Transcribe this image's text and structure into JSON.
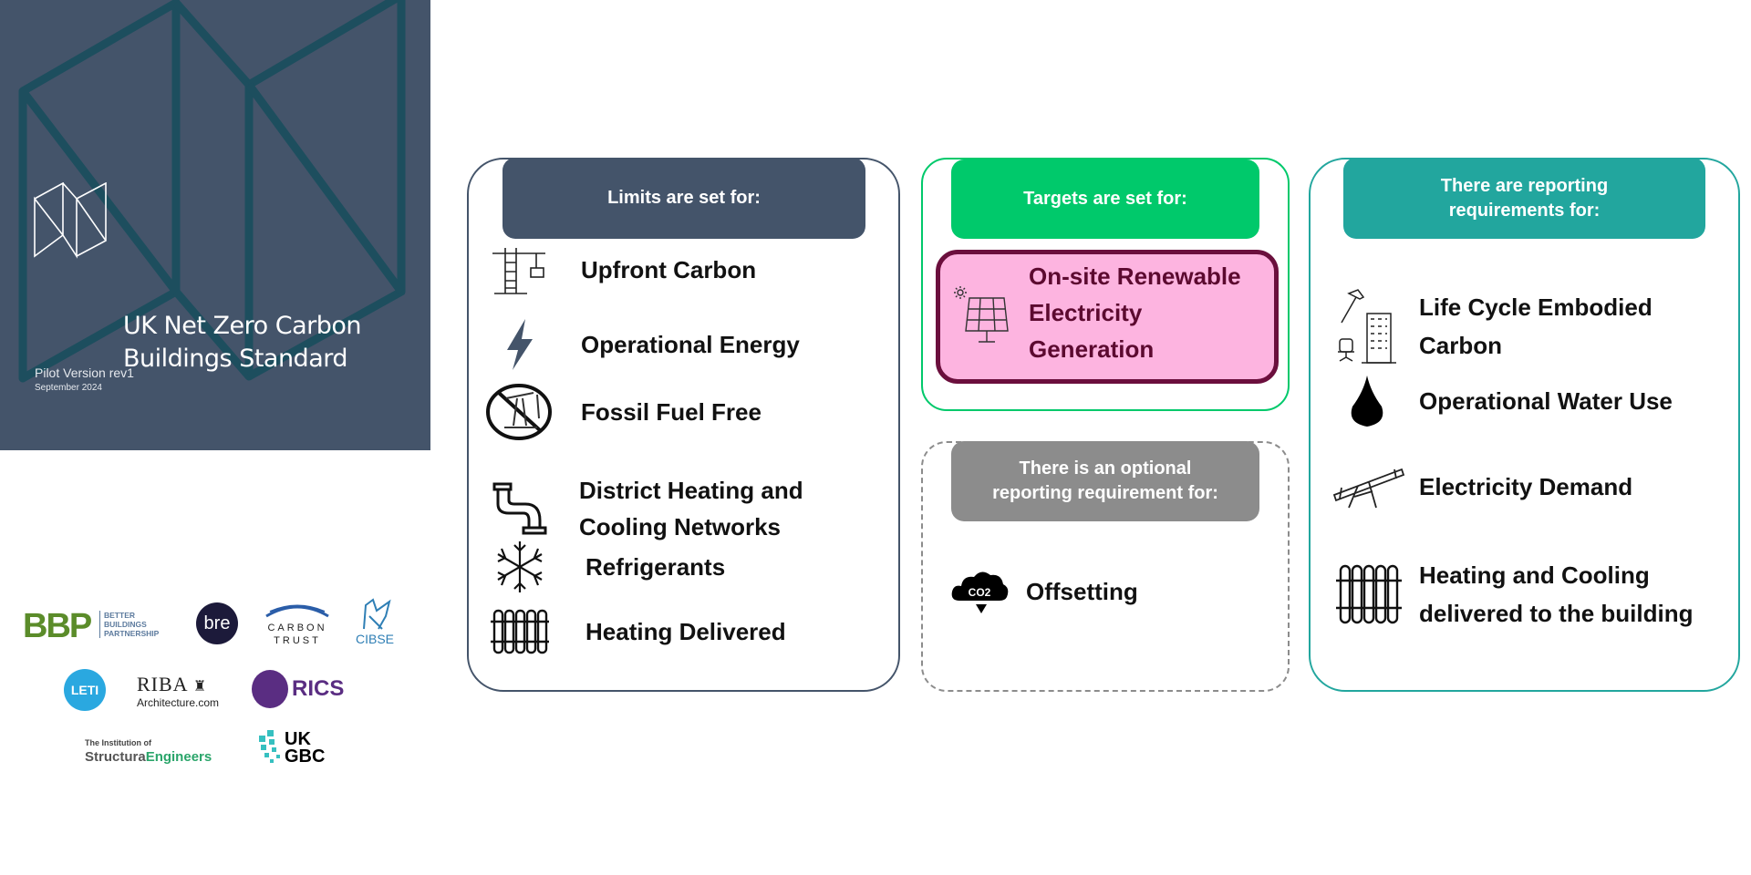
{
  "cover": {
    "title_line1": "UK Net Zero Carbon",
    "title_line2": "Buildings Standard",
    "version": "Pilot Version rev1",
    "date": "September 2024",
    "background_color": "#44546a"
  },
  "logos": {
    "bbp": {
      "mark": "BBP",
      "line1": "BETTER",
      "line2": "BUILDINGS",
      "line3": "PARTNERSHIP"
    },
    "bre": "bre",
    "carbon_trust": {
      "line1": "CARBON",
      "line2": "TRUST"
    },
    "cibse": "CIBSE",
    "leti": "LETI",
    "riba": {
      "mark": "RIBA",
      "sub": "Architecture.com"
    },
    "rics": "RICS",
    "istructe": {
      "line1": "The Institution of",
      "line2a": "Structura",
      "line2b": "Engineers"
    },
    "ukgbc": {
      "line1": "UK",
      "line2": "GBC"
    }
  },
  "limits": {
    "header": "Limits are set for:",
    "color": "#44546a",
    "items": [
      {
        "icon": "crane-icon",
        "label": "Upfront Carbon"
      },
      {
        "icon": "lightning-icon",
        "label": "Operational Energy"
      },
      {
        "icon": "no-oil-pump-icon",
        "label": "Fossil Fuel Free"
      },
      {
        "icon": "pipe-icon",
        "label1": "District Heating and",
        "label2": "Cooling Networks"
      },
      {
        "icon": "snowflake-icon",
        "label": "Refrigerants"
      },
      {
        "icon": "radiator-icon",
        "label": "Heating Delivered"
      }
    ]
  },
  "targets": {
    "header": "Targets are set for:",
    "color": "#00c96b",
    "item": {
      "icon": "solar-panel-icon",
      "line1": "On-site Renewable",
      "line2": "Electricity",
      "line3": "Generation"
    }
  },
  "optional": {
    "header_line1": "There is an optional",
    "header_line2": "reporting requirement for:",
    "color": "#8c8c8c",
    "item": {
      "icon": "co2-cloud-icon",
      "icon_text": "CO2",
      "label": "Offsetting"
    }
  },
  "reporting": {
    "header_line1": "There are reporting",
    "header_line2": "requirements for:",
    "color": "#22a69e",
    "items": [
      {
        "icon": "embodied-carbon-icon",
        "label1": "Life Cycle Embodied",
        "label2": "Carbon"
      },
      {
        "icon": "water-drop-icon",
        "label": "Operational Water Use"
      },
      {
        "icon": "seesaw-icon",
        "label": "Electricity Demand"
      },
      {
        "icon": "radiator-icon",
        "label1": "Heating and Cooling",
        "label2": "delivered to the building"
      }
    ]
  }
}
